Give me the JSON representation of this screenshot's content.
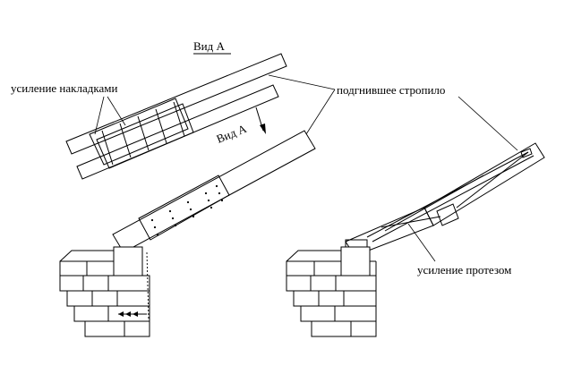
{
  "labels": {
    "view_a_title": "Вид А",
    "view_a_arrow": "Вид А",
    "reinforcement_plates": "усиление накладками",
    "rotten_rafter": "подгнившее стропило",
    "reinforcement_prosthesis": "усиление протезом"
  },
  "colors": {
    "line": "#000000",
    "background": "#ffffff"
  }
}
